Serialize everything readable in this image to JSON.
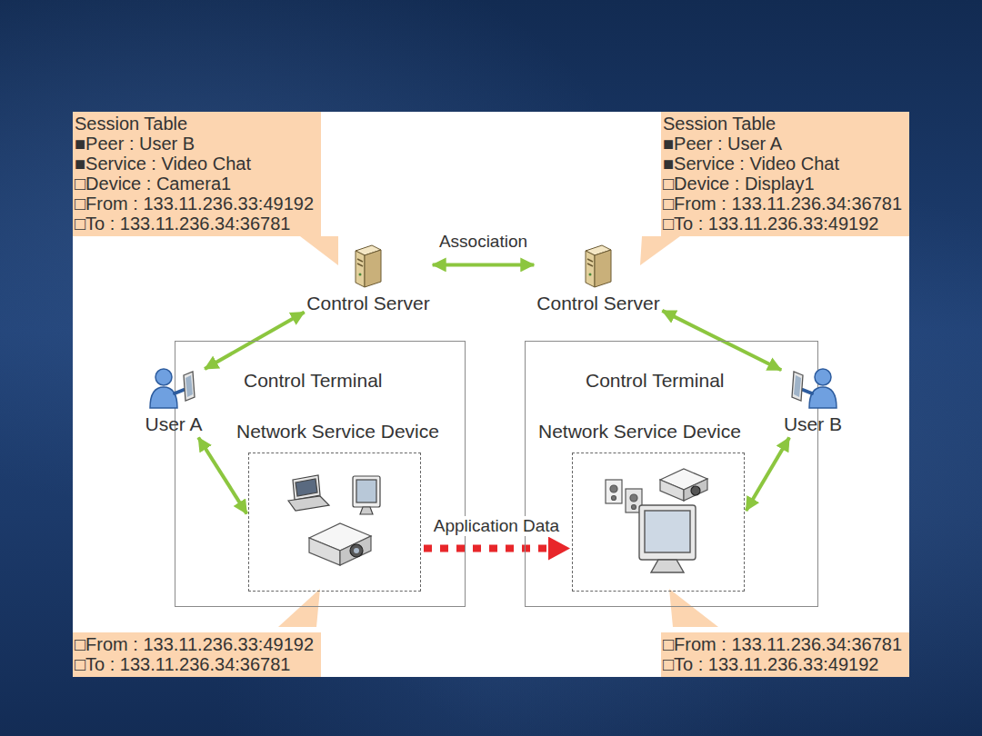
{
  "diagram": {
    "nodes": [
      {
        "text": [
          "Session Table",
          "■Peer : User B",
          "■Service : Video Chat",
          "□Device : Camera1",
          "□From : 133.11.236.33:49192",
          "□To : 133.11.236.34:36781"
        ]
      },
      {
        "text": [
          "Session Table",
          "■Peer : User A",
          "■Service : Video Chat",
          "□Device : Display1",
          "□From : 133.11.236.34:36781",
          "□To : 133.11.236.33:49192"
        ]
      },
      {
        "text": [
          "Control Server"
        ]
      },
      {
        "text": [
          "Control Server"
        ]
      },
      {
        "text": [
          "Control Terminal"
        ]
      },
      {
        "text": [
          "User A"
        ],
        "in": 4
      },
      {
        "text": [
          "Network Service Device"
        ],
        "in": 4
      },
      {
        "text": [
          "Control Terminal"
        ]
      },
      {
        "text": [
          "User B"
        ],
        "in": 7
      },
      {
        "text": [
          "Network Service Device"
        ],
        "in": 7
      },
      {
        "text": [
          "□From : 133.11.236.33:49192",
          "□To : 133.11.236.34:36781"
        ]
      },
      {
        "text": [
          "□From : 133.11.236.34:36781",
          "□To : 133.11.236.33:49192"
        ]
      }
    ],
    "edges": [
      {
        "from": 2,
        "to": 3,
        "arrow": "both",
        "label": "Association"
      },
      {
        "from": 2,
        "to": 5,
        "arrow": "both"
      },
      {
        "from": 3,
        "to": 8,
        "arrow": "both"
      },
      {
        "from": 5,
        "to": 6,
        "arrow": "both"
      },
      {
        "from": 8,
        "to": 9,
        "arrow": "both"
      },
      {
        "from": 6,
        "to": 9,
        "arrow": "to",
        "label": "Application Data"
      }
    ]
  }
}
